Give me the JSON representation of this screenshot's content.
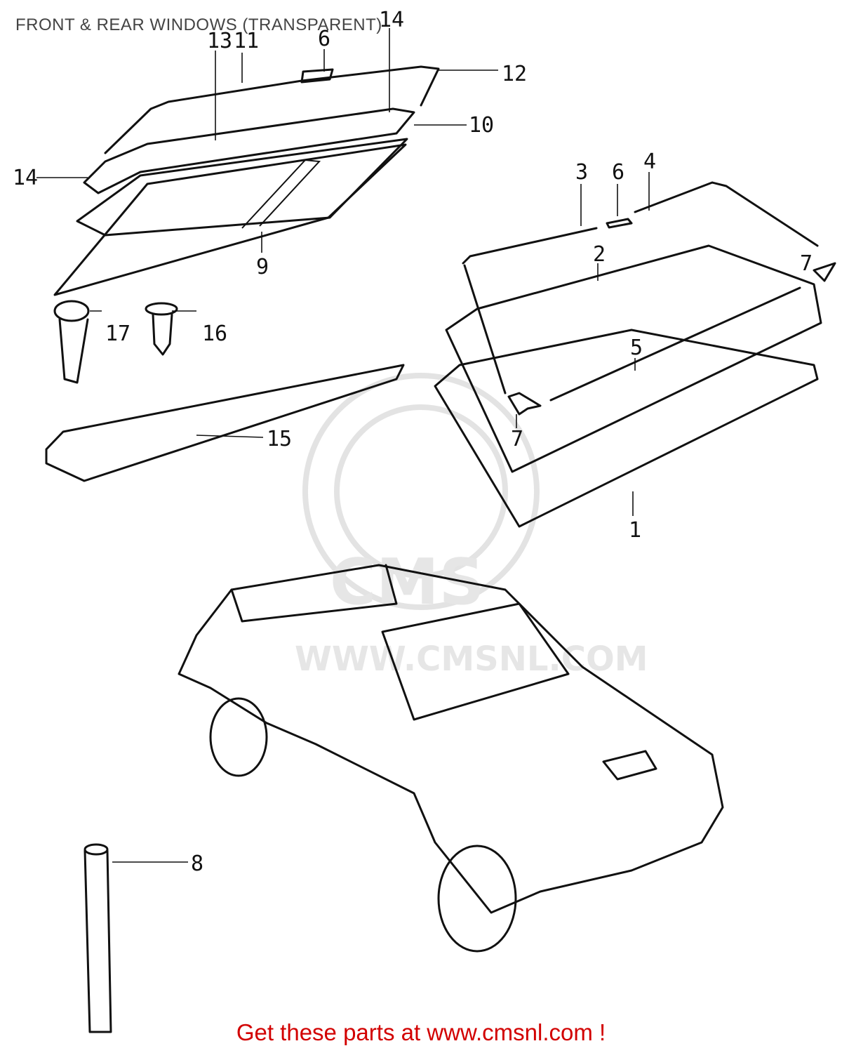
{
  "title": "FRONT & REAR WINDOWS (TRANSPARENT)",
  "footer": "Get these parts at www.cmsnl.com !",
  "watermark": {
    "brand": "CMS",
    "url": "WWW.CMSNL.COM"
  },
  "callouts": {
    "c1": "1",
    "c2": "2",
    "c3": "3",
    "c4": "4",
    "c5": "5",
    "c6a": "6",
    "c6b": "6",
    "c7a": "7",
    "c7b": "7",
    "c8": "8",
    "c9": "9",
    "c10": "10",
    "c11": "11",
    "c12": "12",
    "c13": "13",
    "c14a": "14",
    "c14b": "14",
    "c15": "15",
    "c16": "16",
    "c17": "17"
  },
  "colors": {
    "footer": "#d20000",
    "line": "#111111",
    "title": "#444444"
  }
}
